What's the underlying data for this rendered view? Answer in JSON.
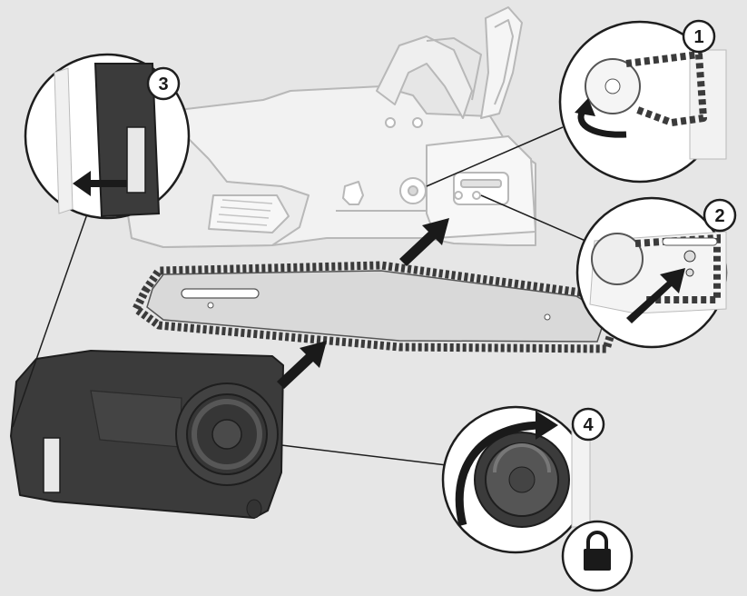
{
  "steps": [
    {
      "number": "1",
      "label": ""
    },
    {
      "number": "2",
      "label": ""
    },
    {
      "number": "3",
      "label": ""
    },
    {
      "number": "4",
      "label": ""
    }
  ],
  "icons": {
    "lock": "lock-icon",
    "rotate_arrow": "rotate-arrow-icon",
    "push_arrow": "arrow-icon"
  },
  "colors": {
    "background": "#e6e6e6",
    "outline_light": "#b9b9b9",
    "dark_part": "#3b3b3b",
    "arrow": "#1a1a1a",
    "callout_fill": "#ffffff"
  }
}
